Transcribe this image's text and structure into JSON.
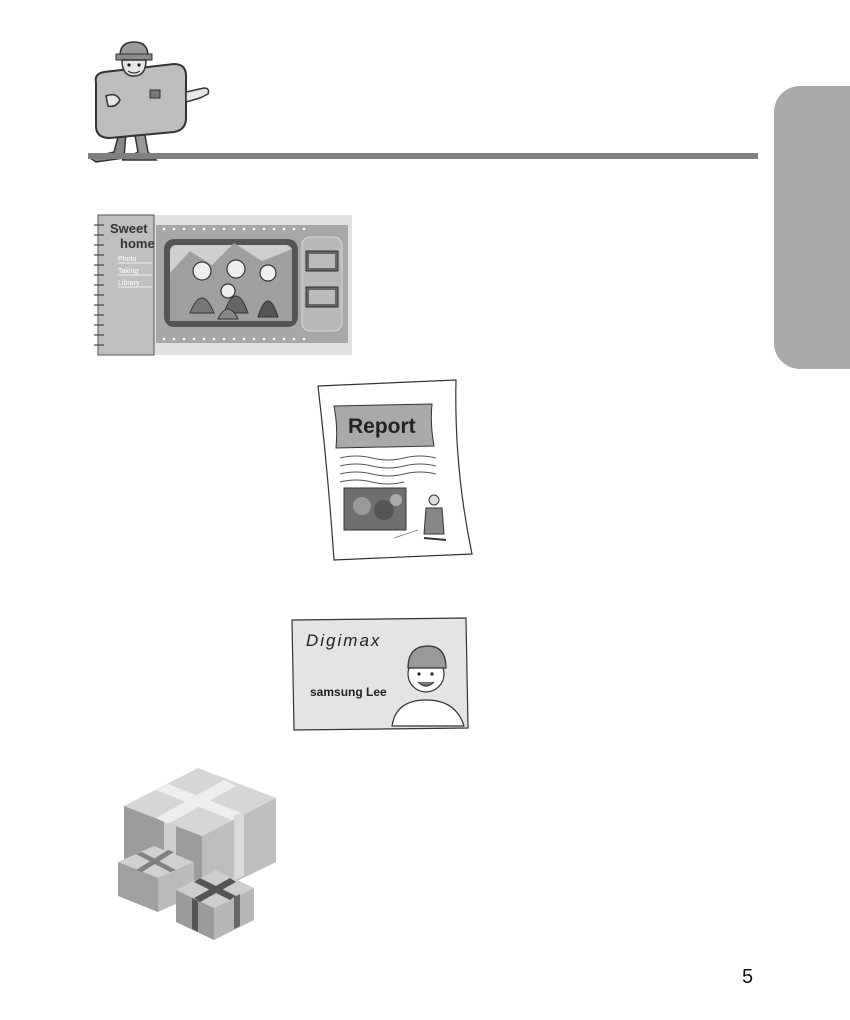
{
  "page": {
    "number": "5"
  },
  "colors": {
    "rule": "#808080",
    "tab": "#a9a9a9"
  },
  "album": {
    "title_line1": "Sweet",
    "title_line2": "home",
    "menu": [
      "Photo",
      "Taking",
      "Library"
    ]
  },
  "report": {
    "heading": "Report"
  },
  "card": {
    "brand": "Digimax",
    "name": "samsung Lee"
  },
  "icons": [
    "camera-mascot-icon",
    "photo-album-icon",
    "report-document-icon",
    "business-card-icon",
    "gift-boxes-icon"
  ]
}
